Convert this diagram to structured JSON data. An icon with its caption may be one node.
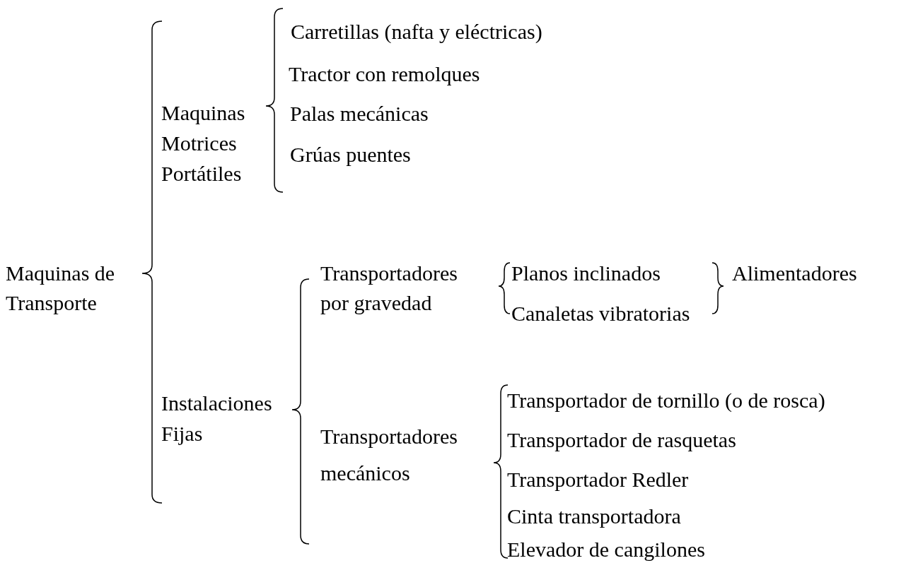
{
  "diagram": {
    "labels": [
      "Maquinas de Transporte",
      "Maquinas Motrices Portátiles",
      "Carretillas (nafta y eléctricas)",
      "Tractor con remolques",
      "Palas mecánicas",
      "Grúas puentes",
      "Instalaciones Fijas",
      "Transportadores por gravedad",
      "Planos inclinados",
      "Canaletas vibratorias",
      "Alimentadores",
      "Transportadores mecánicos",
      "Transportador de tornillo (o de rosca)",
      "Transportador de rasquetas",
      "Transportador Redler",
      "Cinta transportadora",
      "Elevador de cangilones"
    ]
  }
}
